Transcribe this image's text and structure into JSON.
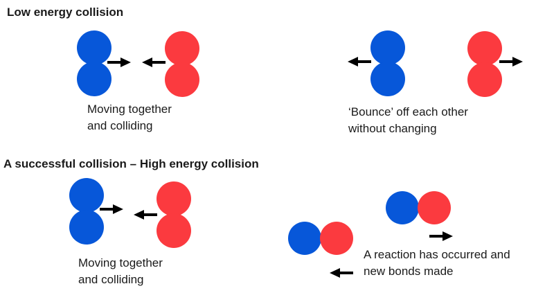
{
  "colors": {
    "atom_a": "#0757d9",
    "atom_b": "#fb3a3f",
    "arrow": "#000000"
  },
  "sections": {
    "low": {
      "heading": "Low energy collision",
      "left_caption": [
        "Moving together",
        "and colliding"
      ],
      "right_caption": [
        "‘Bounce’ off each other",
        "without changing"
      ]
    },
    "high": {
      "heading": "A successful collision – High energy collision",
      "left_caption": [
        "Moving together",
        "and colliding"
      ],
      "right_caption": [
        "A reaction has occurred and",
        "new bonds made"
      ]
    }
  }
}
